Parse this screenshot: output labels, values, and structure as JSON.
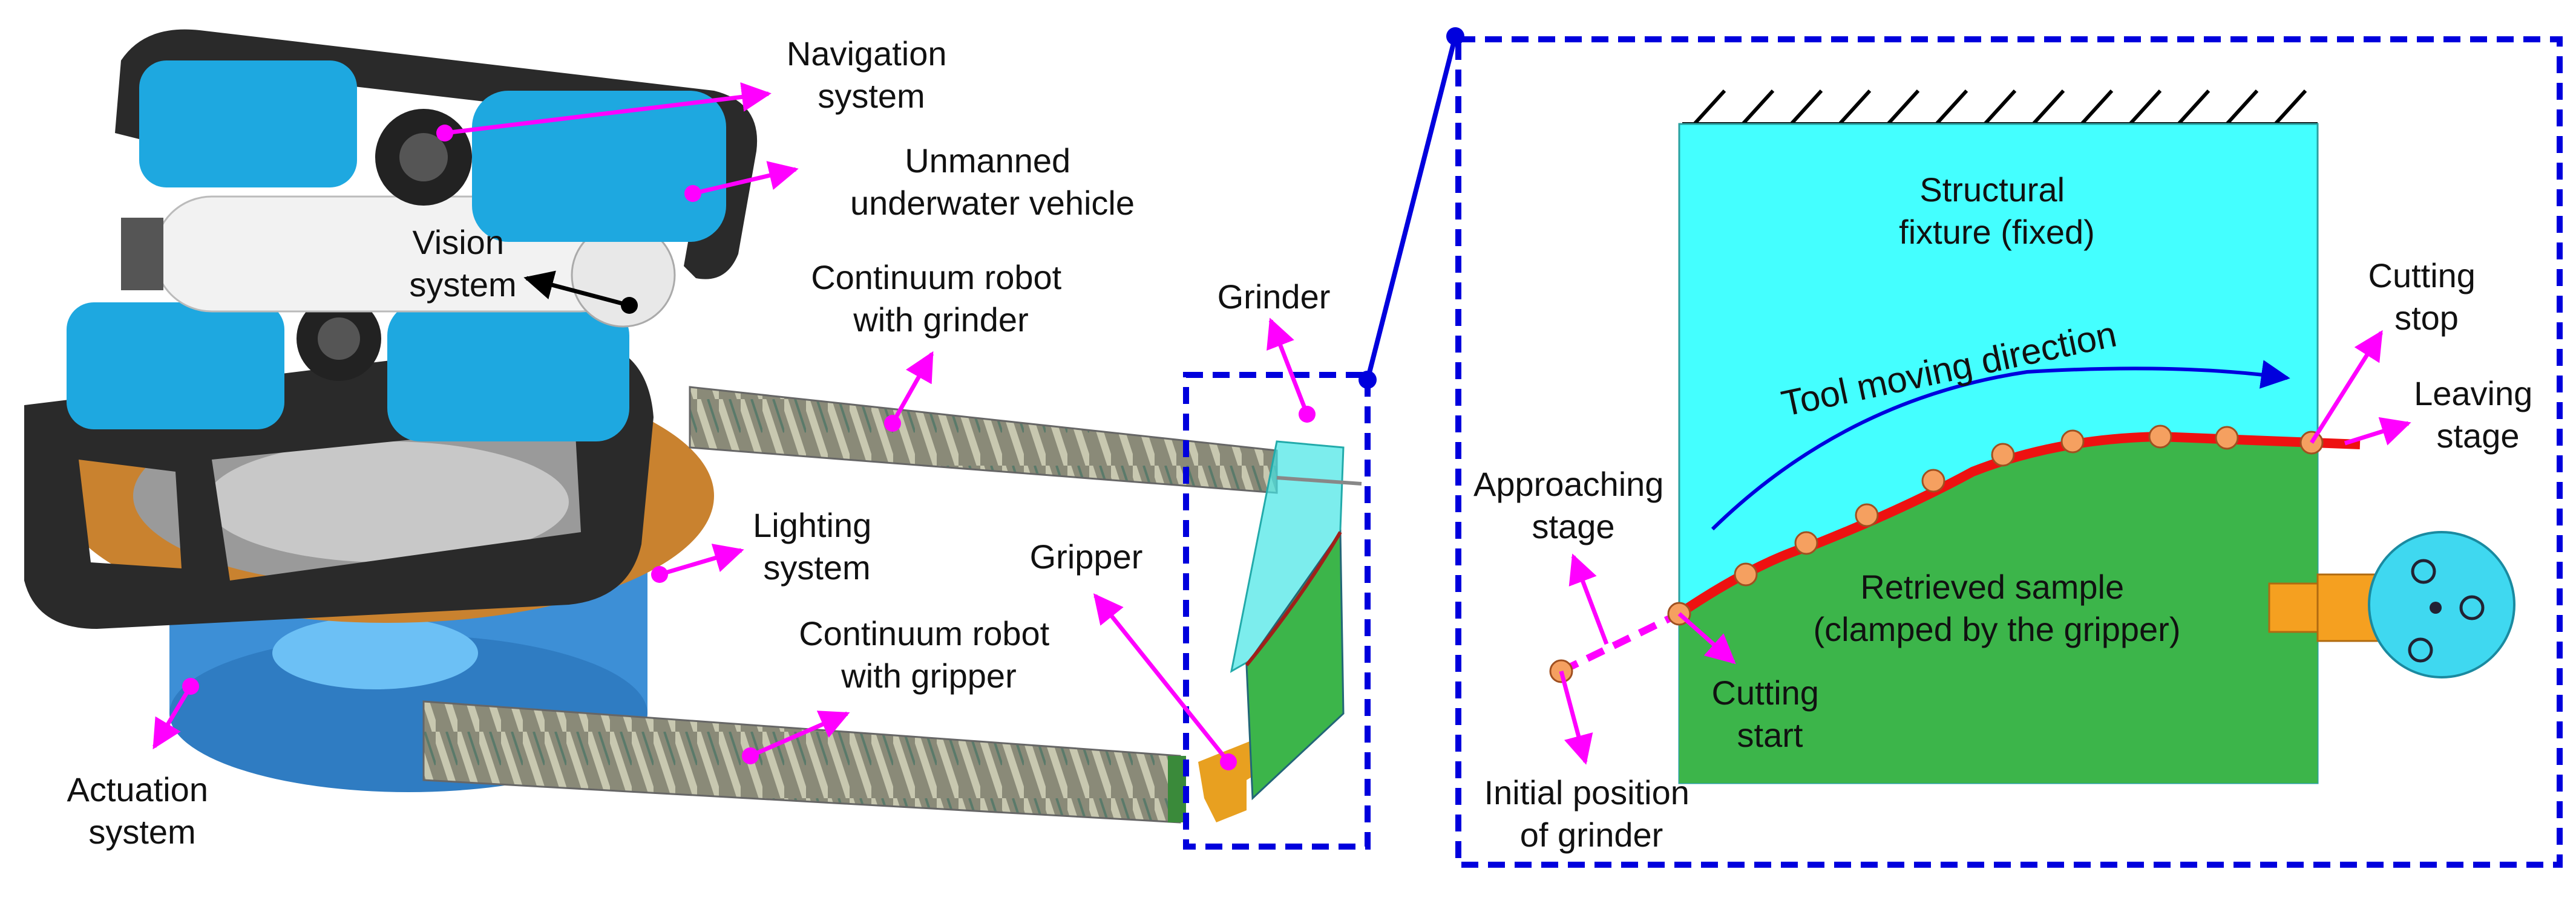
{
  "left_panel": {
    "labels": {
      "navigation": [
        "Navigation",
        "system"
      ],
      "uuv": [
        "Unmanned",
        "underwater vehicle"
      ],
      "vision": [
        "Vision",
        "system"
      ],
      "continuum_grinder": [
        "Continuum robot",
        "with grinder"
      ],
      "grinder": "Grinder",
      "lighting": [
        "Lighting",
        "system"
      ],
      "gripper": "Gripper",
      "continuum_gripper": [
        "Continuum robot",
        "with gripper"
      ],
      "actuation": [
        "Actuation",
        "system"
      ]
    }
  },
  "right_panel": {
    "labels": {
      "fixture": [
        "Structural",
        "fixture (fixed)"
      ],
      "tool_direction": "Tool moving direction",
      "cutting_stop": [
        "Cutting",
        "stop"
      ],
      "leaving": [
        "Leaving",
        "stage"
      ],
      "approaching": [
        "Approaching",
        "stage"
      ],
      "sample": [
        "Retrieved sample",
        "(clamped by the gripper)"
      ],
      "cutting_start": [
        "Cutting",
        "start"
      ],
      "initial_position": [
        "Initial position",
        "of grinder"
      ]
    }
  },
  "colors": {
    "annotation": "#ff00ff",
    "frame": "#0000dd",
    "fixture": "#44ffff",
    "sample": "#3cb54a",
    "cut_path": "#ee1111",
    "waypoint": "#f5a060",
    "uuv_blue": "#1ea8e0",
    "frame_black": "#2a2a2a",
    "ring_orange": "#c9822f"
  }
}
